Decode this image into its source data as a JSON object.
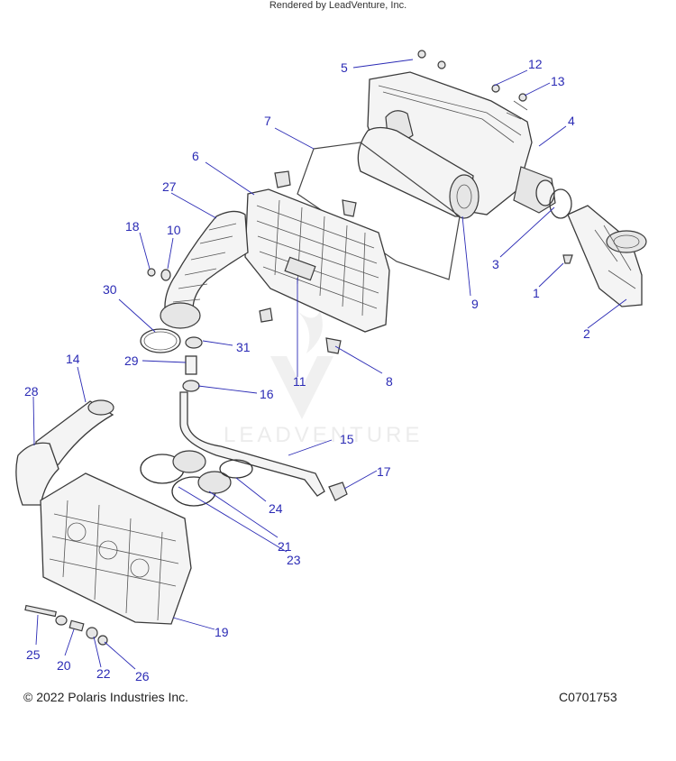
{
  "watermark": "LEADVENTURE",
  "copyright": "© 2022 Polaris Industries Inc.",
  "drawing_id": "C0701753",
  "rendered_by": "Rendered by LeadVenture, Inc.",
  "callouts": {
    "c1": "1",
    "c2": "2",
    "c3": "3",
    "c4": "4",
    "c5": "5",
    "c6": "6",
    "c7": "7",
    "c8": "8",
    "c9": "9",
    "c10": "10",
    "c11": "11",
    "c12": "12",
    "c13": "13",
    "c14": "14",
    "c15": "15",
    "c16": "16",
    "c17": "17",
    "c18": "18",
    "c19": "19",
    "c20": "20",
    "c21": "21",
    "c22": "22",
    "c23": "23",
    "c24": "24",
    "c25": "25",
    "c26": "26",
    "c27": "27",
    "c28": "28",
    "c29": "29",
    "c30": "30",
    "c31": "31"
  }
}
